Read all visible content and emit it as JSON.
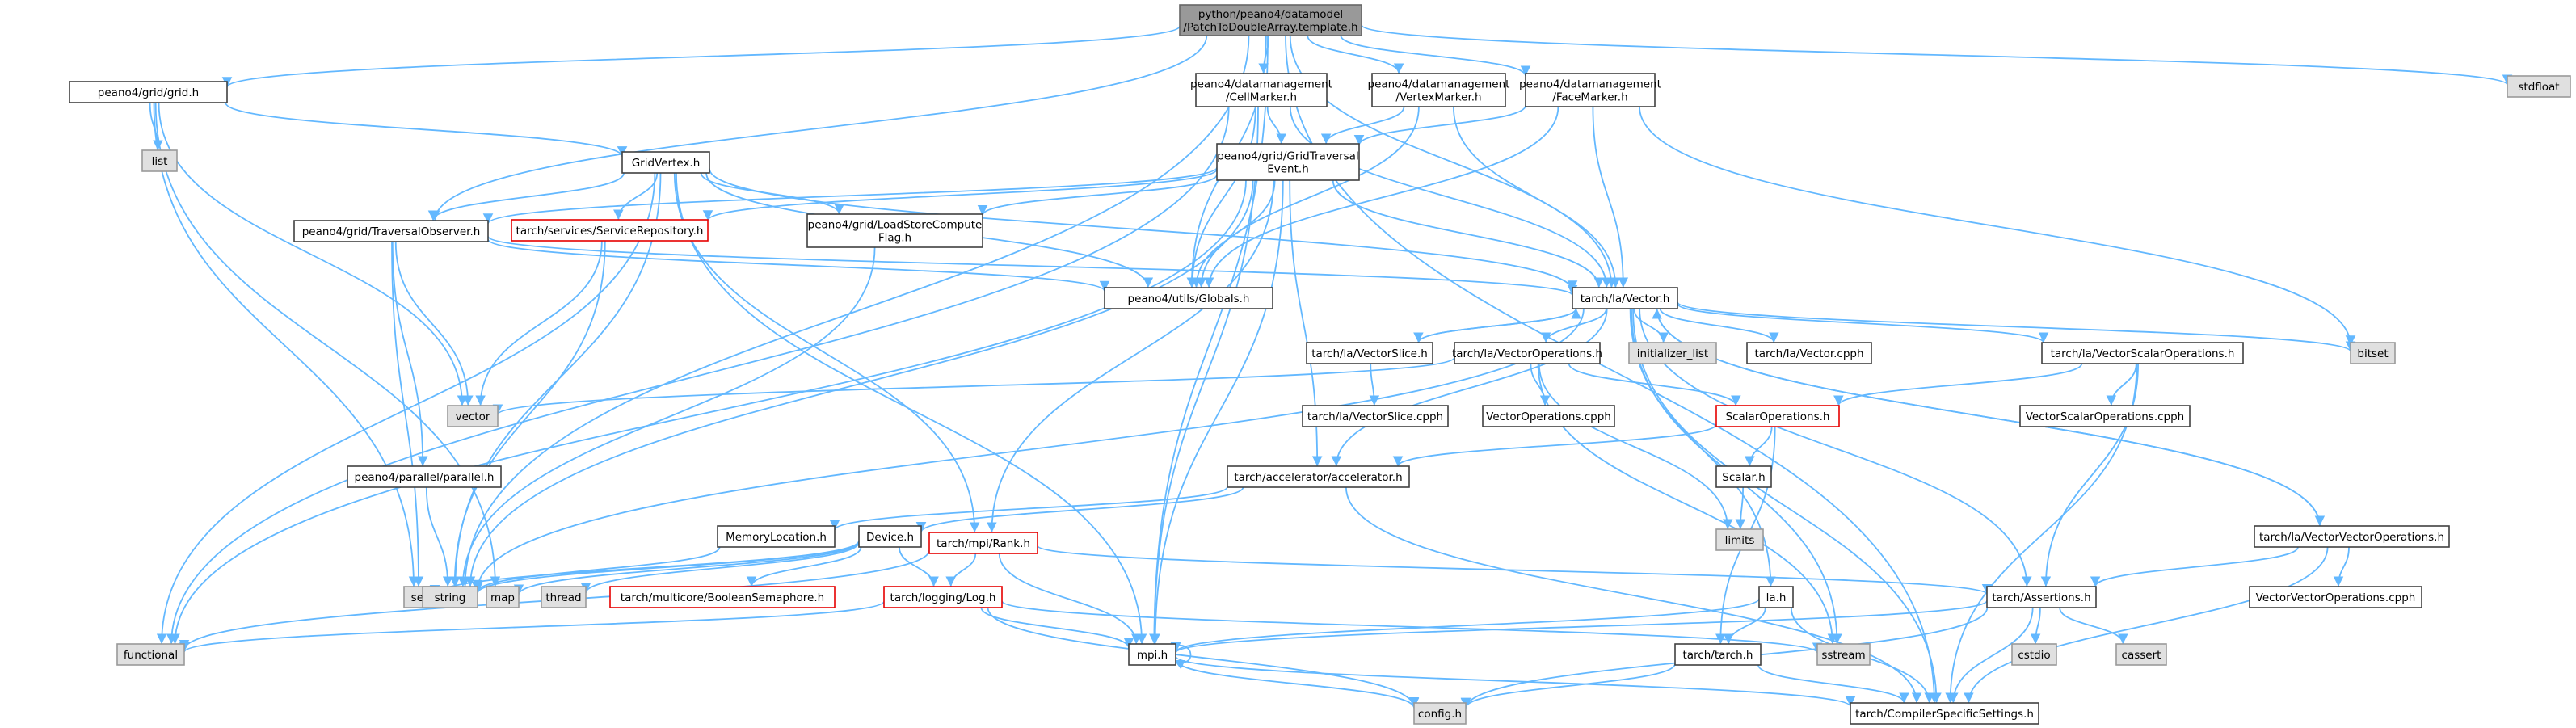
{
  "diagram": {
    "nodes": [
      {
        "id": "root",
        "lines": [
          "python/peano4/datamodel",
          "/PatchToDoubleArray.template.h"
        ],
        "style": "root"
      },
      {
        "id": "stdfloat",
        "lines": [
          "stdfloat"
        ],
        "style": "ext"
      },
      {
        "id": "grid",
        "lines": [
          "peano4/grid/grid.h"
        ],
        "style": "normal"
      },
      {
        "id": "cellmarker",
        "lines": [
          "peano4/datamanagement",
          "/CellMarker.h"
        ],
        "style": "normal"
      },
      {
        "id": "vertexmarker",
        "lines": [
          "peano4/datamanagement",
          "/VertexMarker.h"
        ],
        "style": "normal"
      },
      {
        "id": "facemarker",
        "lines": [
          "peano4/datamanagement",
          "/FaceMarker.h"
        ],
        "style": "normal"
      },
      {
        "id": "list",
        "lines": [
          "list"
        ],
        "style": "ext"
      },
      {
        "id": "gridvertex",
        "lines": [
          "GridVertex.h"
        ],
        "style": "normal"
      },
      {
        "id": "gte",
        "lines": [
          "peano4/grid/GridTraversal",
          "Event.h"
        ],
        "style": "normal"
      },
      {
        "id": "servicerepo",
        "lines": [
          "tarch/services/ServiceRepository.h"
        ],
        "style": "red"
      },
      {
        "id": "lscf",
        "lines": [
          "peano4/grid/LoadStoreCompute",
          "Flag.h"
        ],
        "style": "normal"
      },
      {
        "id": "traversalobs",
        "lines": [
          "peano4/grid/TraversalObserver.h"
        ],
        "style": "normal"
      },
      {
        "id": "globals",
        "lines": [
          "peano4/utils/Globals.h"
        ],
        "style": "normal"
      },
      {
        "id": "vector",
        "lines": [
          "tarch/la/Vector.h"
        ],
        "style": "normal"
      },
      {
        "id": "initlist",
        "lines": [
          "initializer_list"
        ],
        "style": "ext"
      },
      {
        "id": "vectorcpph",
        "lines": [
          "tarch/la/Vector.cpph"
        ],
        "style": "normal"
      },
      {
        "id": "vectorslice",
        "lines": [
          "tarch/la/VectorSlice.h"
        ],
        "style": "normal"
      },
      {
        "id": "vectorops",
        "lines": [
          "tarch/la/VectorOperations.h"
        ],
        "style": "normal"
      },
      {
        "id": "vecscalarops",
        "lines": [
          "tarch/la/VectorScalarOperations.h"
        ],
        "style": "normal"
      },
      {
        "id": "bitset",
        "lines": [
          "bitset"
        ],
        "style": "ext"
      },
      {
        "id": "stdvector",
        "lines": [
          "vector"
        ],
        "style": "ext"
      },
      {
        "id": "vectorslicecpph",
        "lines": [
          "tarch/la/VectorSlice.cpph"
        ],
        "style": "normal"
      },
      {
        "id": "vectoropscpph",
        "lines": [
          "VectorOperations.cpph"
        ],
        "style": "normal"
      },
      {
        "id": "scalarops",
        "lines": [
          "ScalarOperations.h"
        ],
        "style": "red"
      },
      {
        "id": "vsocpph",
        "lines": [
          "VectorScalarOperations.cpph"
        ],
        "style": "normal"
      },
      {
        "id": "accel",
        "lines": [
          "tarch/accelerator/accelerator.h"
        ],
        "style": "normal"
      },
      {
        "id": "scalar",
        "lines": [
          "Scalar.h"
        ],
        "style": "normal"
      },
      {
        "id": "parallel",
        "lines": [
          "peano4/parallel/parallel.h"
        ],
        "style": "normal"
      },
      {
        "id": "limits",
        "lines": [
          "limits"
        ],
        "style": "ext"
      },
      {
        "id": "memloc",
        "lines": [
          "MemoryLocation.h"
        ],
        "style": "normal"
      },
      {
        "id": "device",
        "lines": [
          "Device.h"
        ],
        "style": "normal"
      },
      {
        "id": "rank",
        "lines": [
          "tarch/mpi/Rank.h"
        ],
        "style": "red"
      },
      {
        "id": "vvops",
        "lines": [
          "tarch/la/VectorVectorOperations.h"
        ],
        "style": "normal"
      },
      {
        "id": "set",
        "lines": [
          "set"
        ],
        "style": "ext"
      },
      {
        "id": "string",
        "lines": [
          "string"
        ],
        "style": "ext"
      },
      {
        "id": "map",
        "lines": [
          "map"
        ],
        "style": "ext"
      },
      {
        "id": "thread",
        "lines": [
          "thread"
        ],
        "style": "ext"
      },
      {
        "id": "boolsem",
        "lines": [
          "tarch/multicore/BooleanSemaphore.h"
        ],
        "style": "red"
      },
      {
        "id": "log",
        "lines": [
          "tarch/logging/Log.h"
        ],
        "style": "red"
      },
      {
        "id": "la",
        "lines": [
          "la.h"
        ],
        "style": "normal"
      },
      {
        "id": "assertions",
        "lines": [
          "tarch/Assertions.h"
        ],
        "style": "normal"
      },
      {
        "id": "vvocpph",
        "lines": [
          "VectorVectorOperations.cpph"
        ],
        "style": "normal"
      },
      {
        "id": "functional",
        "lines": [
          "functional"
        ],
        "style": "ext"
      },
      {
        "id": "mpi",
        "lines": [
          "mpi.h"
        ],
        "style": "normal"
      },
      {
        "id": "sstream",
        "lines": [
          "sstream"
        ],
        "style": "ext"
      },
      {
        "id": "cstdio",
        "lines": [
          "cstdio"
        ],
        "style": "ext"
      },
      {
        "id": "cassert",
        "lines": [
          "cassert"
        ],
        "style": "ext"
      },
      {
        "id": "tarch",
        "lines": [
          "tarch/tarch.h"
        ],
        "style": "normal"
      },
      {
        "id": "config",
        "lines": [
          "config.h"
        ],
        "style": "ext"
      },
      {
        "id": "compiler",
        "lines": [
          "tarch/CompilerSpecificSettings.h"
        ],
        "style": "normal"
      }
    ],
    "edges": [
      [
        "root",
        "stdfloat"
      ],
      [
        "root",
        "grid"
      ],
      [
        "root",
        "cellmarker"
      ],
      [
        "root",
        "vertexmarker"
      ],
      [
        "root",
        "facemarker"
      ],
      [
        "root",
        "traversalobs"
      ],
      [
        "root",
        "globals"
      ],
      [
        "root",
        "vector"
      ],
      [
        "root",
        "mpi"
      ],
      [
        "root",
        "string"
      ],
      [
        "root",
        "compiler"
      ],
      [
        "grid",
        "list"
      ],
      [
        "grid",
        "gridvertex"
      ],
      [
        "grid",
        "set"
      ],
      [
        "grid",
        "stdvector"
      ],
      [
        "grid",
        "map"
      ],
      [
        "cellmarker",
        "gte"
      ],
      [
        "cellmarker",
        "globals"
      ],
      [
        "cellmarker",
        "vector"
      ],
      [
        "cellmarker",
        "mpi"
      ],
      [
        "cellmarker",
        "functional"
      ],
      [
        "vertexmarker",
        "gte"
      ],
      [
        "vertexmarker",
        "globals"
      ],
      [
        "vertexmarker",
        "vector"
      ],
      [
        "facemarker",
        "gte"
      ],
      [
        "facemarker",
        "globals"
      ],
      [
        "facemarker",
        "vector"
      ],
      [
        "facemarker",
        "bitset"
      ],
      [
        "gridvertex",
        "servicerepo"
      ],
      [
        "gridvertex",
        "lscf"
      ],
      [
        "gridvertex",
        "traversalobs"
      ],
      [
        "gridvertex",
        "globals"
      ],
      [
        "gridvertex",
        "vector"
      ],
      [
        "gridvertex",
        "rank"
      ],
      [
        "gridvertex",
        "string"
      ],
      [
        "gridvertex",
        "functional"
      ],
      [
        "gridvertex",
        "mpi"
      ],
      [
        "gte",
        "servicerepo"
      ],
      [
        "gte",
        "lscf"
      ],
      [
        "gte",
        "traversalobs"
      ],
      [
        "gte",
        "globals"
      ],
      [
        "gte",
        "vector"
      ],
      [
        "gte",
        "rank"
      ],
      [
        "gte",
        "string"
      ],
      [
        "gte",
        "mpi"
      ],
      [
        "gte",
        "functional"
      ],
      [
        "gte",
        "accel"
      ],
      [
        "servicerepo",
        "stdvector"
      ],
      [
        "servicerepo",
        "string"
      ],
      [
        "lscf",
        "string"
      ],
      [
        "traversalobs",
        "vector"
      ],
      [
        "traversalobs",
        "parallel"
      ],
      [
        "traversalobs",
        "set"
      ],
      [
        "traversalobs",
        "stdvector"
      ],
      [
        "traversalobs",
        "globals"
      ],
      [
        "vector",
        "initlist"
      ],
      [
        "vector",
        "vectorcpph"
      ],
      [
        "vector",
        "vectorslice"
      ],
      [
        "vector",
        "vectorops"
      ],
      [
        "vector",
        "vecscalarops"
      ],
      [
        "vector",
        "bitset"
      ],
      [
        "vector",
        "string"
      ],
      [
        "vector",
        "sstream"
      ],
      [
        "vector",
        "compiler"
      ],
      [
        "vector",
        "assertions"
      ],
      [
        "vector",
        "vvops"
      ],
      [
        "vector",
        "la"
      ],
      [
        "vector",
        "accel"
      ],
      [
        "vectorslice",
        "vectorslicecpph"
      ],
      [
        "vectorslice",
        "vector"
      ],
      [
        "vectorops",
        "vectoropscpph"
      ],
      [
        "vectorops",
        "scalarops"
      ],
      [
        "vectorops",
        "stdvector"
      ],
      [
        "vectorops",
        "limits"
      ],
      [
        "vectorops",
        "sstream"
      ],
      [
        "vecscalarops",
        "vsocpph"
      ],
      [
        "vecscalarops",
        "scalarops"
      ],
      [
        "vecscalarops",
        "assertions"
      ],
      [
        "vecscalarops",
        "compiler"
      ],
      [
        "scalarops",
        "scalar"
      ],
      [
        "scalarops",
        "accel"
      ],
      [
        "scalarops",
        "tarch"
      ],
      [
        "scalar",
        "limits"
      ],
      [
        "accel",
        "memloc"
      ],
      [
        "accel",
        "device"
      ],
      [
        "accel",
        "compiler"
      ],
      [
        "parallel",
        "string"
      ],
      [
        "memloc",
        "string"
      ],
      [
        "device",
        "set"
      ],
      [
        "device",
        "string"
      ],
      [
        "device",
        "map"
      ],
      [
        "device",
        "thread"
      ],
      [
        "device",
        "boolsem"
      ],
      [
        "device",
        "log"
      ],
      [
        "rank",
        "log"
      ],
      [
        "rank",
        "mpi"
      ],
      [
        "rank",
        "functional"
      ],
      [
        "rank",
        "assertions"
      ],
      [
        "vvops",
        "vvocpph"
      ],
      [
        "vvops",
        "assertions"
      ],
      [
        "vvops",
        "vector"
      ],
      [
        "vvops",
        "compiler"
      ],
      [
        "log",
        "functional"
      ],
      [
        "log",
        "mpi"
      ],
      [
        "log",
        "sstream"
      ],
      [
        "log",
        "config"
      ],
      [
        "la",
        "tarch"
      ],
      [
        "la",
        "mpi"
      ],
      [
        "la",
        "compiler"
      ],
      [
        "assertions",
        "cstdio"
      ],
      [
        "assertions",
        "cassert"
      ],
      [
        "assertions",
        "config"
      ],
      [
        "assertions",
        "compiler"
      ],
      [
        "assertions",
        "mpi"
      ],
      [
        "mpi",
        "mpi"
      ],
      [
        "mpi",
        "config"
      ],
      [
        "mpi",
        "compiler"
      ],
      [
        "tarch",
        "config"
      ],
      [
        "tarch",
        "compiler"
      ]
    ]
  }
}
